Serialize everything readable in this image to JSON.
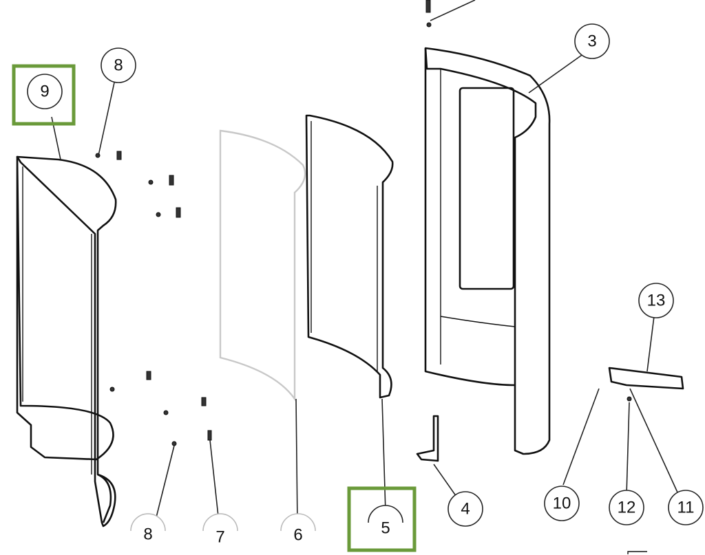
{
  "diagram": {
    "highlight_color": "#6a9a3a",
    "callouts": [
      {
        "id": "c3",
        "label": "3"
      },
      {
        "id": "c4",
        "label": "4"
      },
      {
        "id": "c5",
        "label": "5"
      },
      {
        "id": "c6",
        "label": "6"
      },
      {
        "id": "c7",
        "label": "7"
      },
      {
        "id": "c8a",
        "label": "8"
      },
      {
        "id": "c8b",
        "label": "8"
      },
      {
        "id": "c9",
        "label": "9"
      },
      {
        "id": "c10",
        "label": "10"
      },
      {
        "id": "c11",
        "label": "11"
      },
      {
        "id": "c12",
        "label": "12"
      },
      {
        "id": "c13",
        "label": "13"
      }
    ],
    "highlighted": [
      "9",
      "5"
    ]
  }
}
